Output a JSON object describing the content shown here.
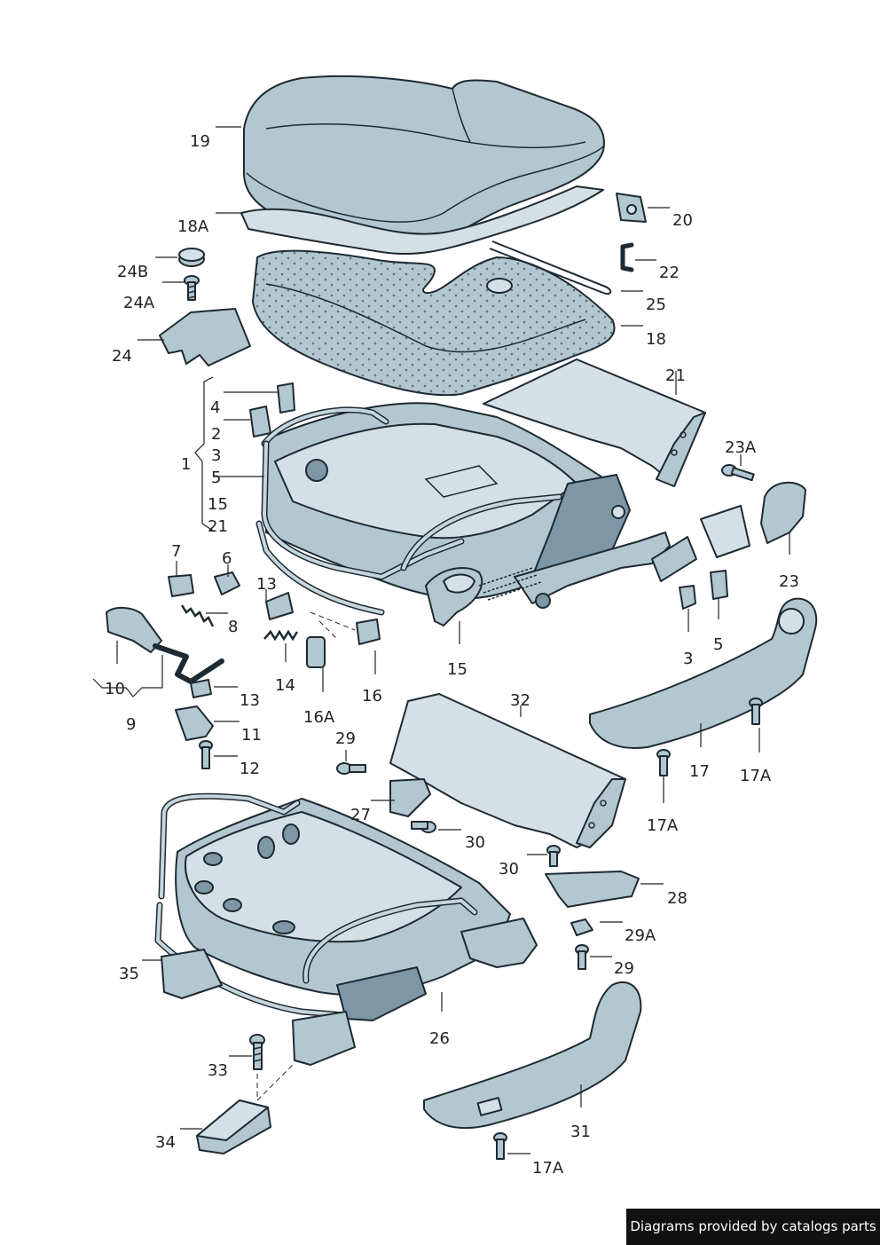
{
  "labels": {
    "l19": "19",
    "l18A": "18A",
    "l24B": "24B",
    "l24A": "24A",
    "l24": "24",
    "l20": "20",
    "l22": "22",
    "l25": "25",
    "l18": "18",
    "l21a": "21",
    "l4": "4",
    "l2": "2",
    "l1": "1",
    "l3a": "3",
    "l5a": "5",
    "l15a": "15",
    "l21b": "21",
    "l23A": "23A",
    "l23": "23",
    "l7": "7",
    "l6": "6",
    "l13a": "13",
    "l8": "8",
    "l10": "10",
    "l9": "9",
    "l13b": "13",
    "l14": "14",
    "l16A": "16A",
    "l16": "16",
    "l15b": "15",
    "l3b": "3",
    "l5b": "5",
    "l11": "11",
    "l12": "12",
    "l32": "32",
    "l29a": "29",
    "l27": "27",
    "l30a": "30",
    "l17": "17",
    "l17Aa": "17A",
    "l17Ab": "17A",
    "l30b": "30",
    "l28": "28",
    "l29A": "29A",
    "l29b": "29",
    "l35": "35",
    "l26": "26",
    "l33": "33",
    "l34": "34",
    "l31": "31",
    "l17Ac": "17A"
  },
  "credit": "Diagrams provided by catalogs parts",
  "colors": {
    "part_fill": "#b3c7d0",
    "part_dark": "#7d97a6",
    "outline": "#1e2a33",
    "credit_bg": "#111111"
  }
}
